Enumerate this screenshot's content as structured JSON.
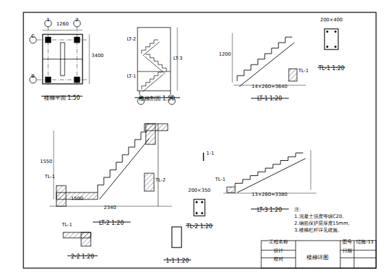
{
  "diagram": {
    "labels": [
      "楼梯平面 1:50",
      "楼梯剖面 1:50",
      "LT-1 1:20",
      "TL-1 1:20",
      "LT-2 1:20",
      "LT-3 1:20",
      "2-2 1:20",
      "TL-2 1:20",
      "1-1 1:20",
      "1",
      "2",
      "C",
      "B",
      "B",
      "C",
      "LT-2",
      "LT-1",
      "LT-3",
      "1260",
      "3400",
      "14×260=3640",
      "1200",
      "TL-1",
      "200×400",
      "1550",
      "2340",
      "TL-2",
      "TL-1",
      "1500",
      "13×260=3380",
      "TL-1",
      "1-1",
      "TL-1",
      "200×350",
      "注:",
      "1.混凝土强度等级C20。",
      "2.钢筋保护层厚度15mm。",
      "3.楼梯栏杆详见建施。",
      "工程名称",
      "楼梯详图",
      "设计",
      "校对",
      "图号",
      "结施-11",
      "日期"
    ]
  }
}
